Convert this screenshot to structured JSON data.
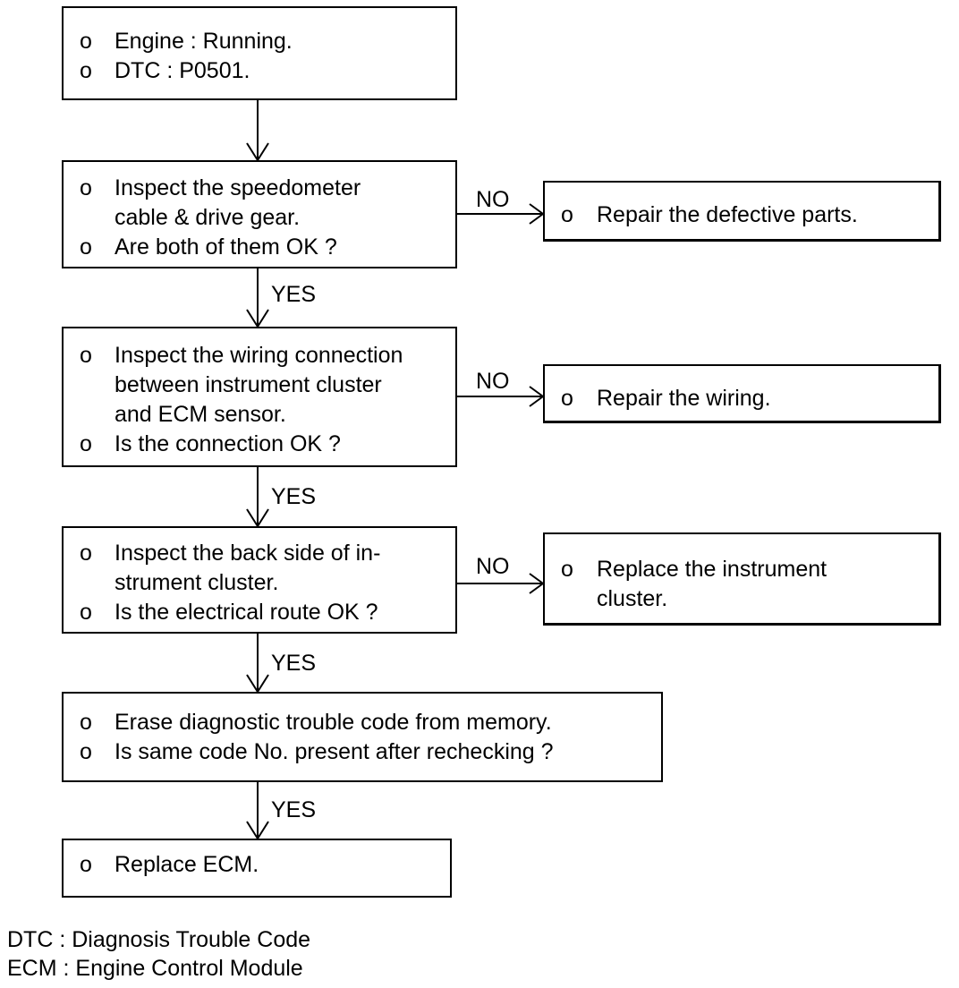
{
  "bullet": "o",
  "steps": [
    {
      "lines": [
        "Engine : Running.",
        "DTC : P0501."
      ],
      "bullets": [
        0,
        1
      ]
    },
    {
      "lines": [
        "Inspect the speedometer",
        "cable & drive gear.",
        "Are both of them OK ?"
      ],
      "bullets": [
        0,
        2
      ]
    },
    {
      "lines": [
        "Inspect the wiring connection",
        "between instrument cluster",
        "and ECM sensor.",
        "Is the connection OK ?"
      ],
      "bullets": [
        0,
        3
      ]
    },
    {
      "lines": [
        "Inspect the back side of in-",
        "strument cluster.",
        "Is the electrical route OK ?"
      ],
      "bullets": [
        0,
        2
      ]
    },
    {
      "lines": [
        "Erase diagnostic trouble code from memory.",
        "Is same code No. present after rechecking ?"
      ],
      "bullets": [
        0,
        1
      ]
    },
    {
      "lines": [
        "Replace ECM."
      ],
      "bullets": [
        0
      ]
    }
  ],
  "actions": [
    {
      "lines": [
        "Repair the defective parts."
      ],
      "bullets": [
        0
      ]
    },
    {
      "lines": [
        "Repair the wiring."
      ],
      "bullets": [
        0
      ]
    },
    {
      "lines": [
        "Replace the instrument",
        "cluster."
      ],
      "bullets": [
        0
      ]
    }
  ],
  "edge_labels": {
    "no": "NO",
    "yes": "YES"
  },
  "legend": [
    "DTC : Diagnosis Trouble Code",
    "ECM : Engine Control Module"
  ]
}
